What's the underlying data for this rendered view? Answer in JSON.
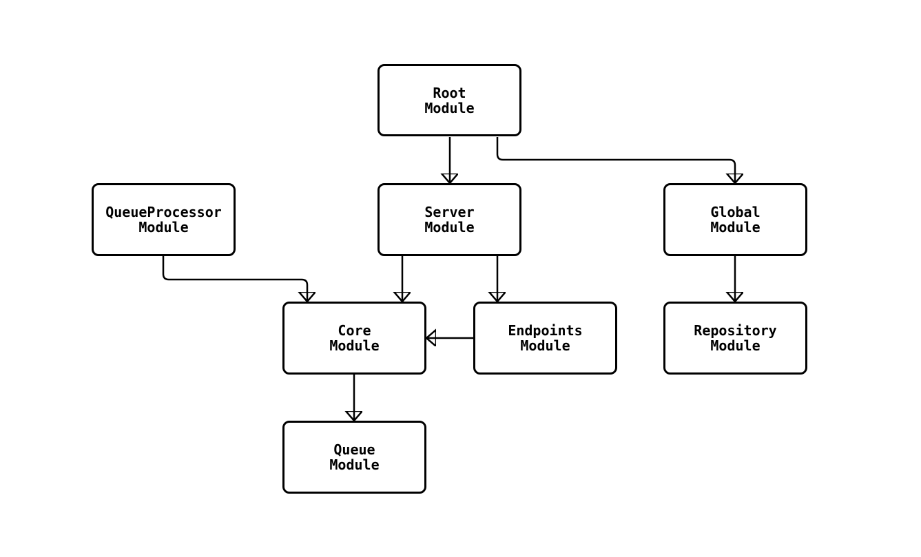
{
  "diagram": {
    "type": "flowchart",
    "background_color": "#ffffff",
    "node_border_color": "#000000",
    "node_fill_color": "#ffffff",
    "edge_color": "#000000",
    "text_color": "#000000",
    "nodes": {
      "root": {
        "line1": "Root",
        "line2": "Module"
      },
      "server": {
        "line1": "Server",
        "line2": "Module"
      },
      "queueprocessor": {
        "line1": "QueueProcessor",
        "line2": "Module"
      },
      "global": {
        "line1": "Global",
        "line2": "Module"
      },
      "core": {
        "line1": "Core",
        "line2": "Module"
      },
      "endpoints": {
        "line1": "Endpoints",
        "line2": "Module"
      },
      "repository": {
        "line1": "Repository",
        "line2": "Module"
      },
      "queue": {
        "line1": "Queue",
        "line2": "Module"
      }
    },
    "edges": [
      {
        "from": "Root Module",
        "to": "Server Module"
      },
      {
        "from": "Root Module",
        "to": "Global Module"
      },
      {
        "from": "QueueProcessor Module",
        "to": "Core Module"
      },
      {
        "from": "Server Module",
        "to": "Core Module"
      },
      {
        "from": "Server Module",
        "to": "Endpoints Module"
      },
      {
        "from": "Endpoints Module",
        "to": "Core Module"
      },
      {
        "from": "Global Module",
        "to": "Repository Module"
      },
      {
        "from": "Core Module",
        "to": "Queue Module"
      }
    ]
  }
}
